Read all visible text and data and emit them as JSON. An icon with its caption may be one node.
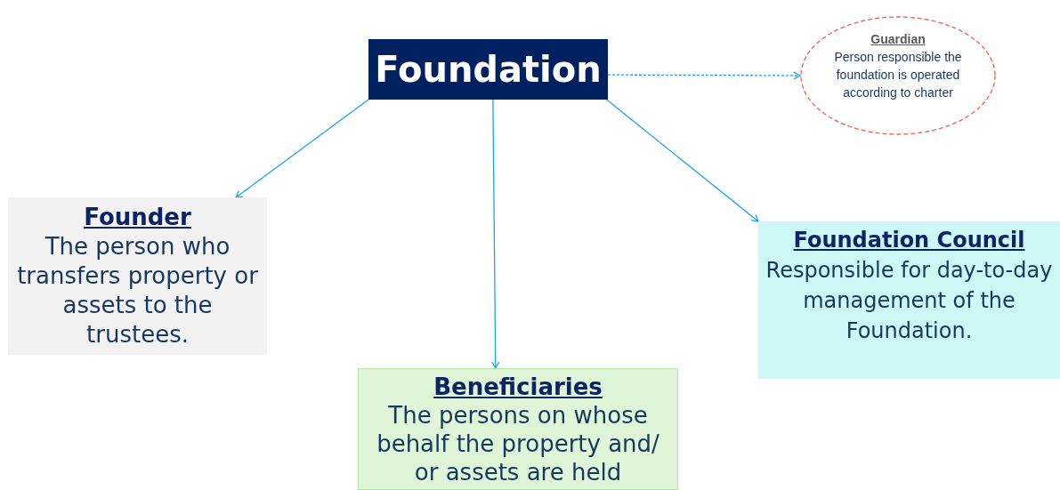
{
  "diagram": {
    "nodes": [
      {
        "text": [
          "Foundation"
        ]
      },
      {
        "text": [
          "Guardian",
          "Person responsible the foundation is operated according to charter"
        ]
      },
      {
        "text": [
          "Founder",
          "The person who transfers property or assets to the trustees."
        ]
      },
      {
        "text": [
          "Foundation Council",
          "Responsible for day-to-day  management of the Foundation."
        ]
      },
      {
        "text": [
          "Beneficiaries",
          "The persons on whose behalf the property and/ or assets are held"
        ]
      }
    ],
    "edges": [
      {
        "from": 0,
        "to": 1,
        "arrow": "to",
        "style": "dashed"
      },
      {
        "from": 0,
        "to": 2,
        "arrow": "to"
      },
      {
        "from": 0,
        "to": 4,
        "arrow": "to"
      },
      {
        "from": 0,
        "to": 3,
        "arrow": "to"
      }
    ]
  }
}
